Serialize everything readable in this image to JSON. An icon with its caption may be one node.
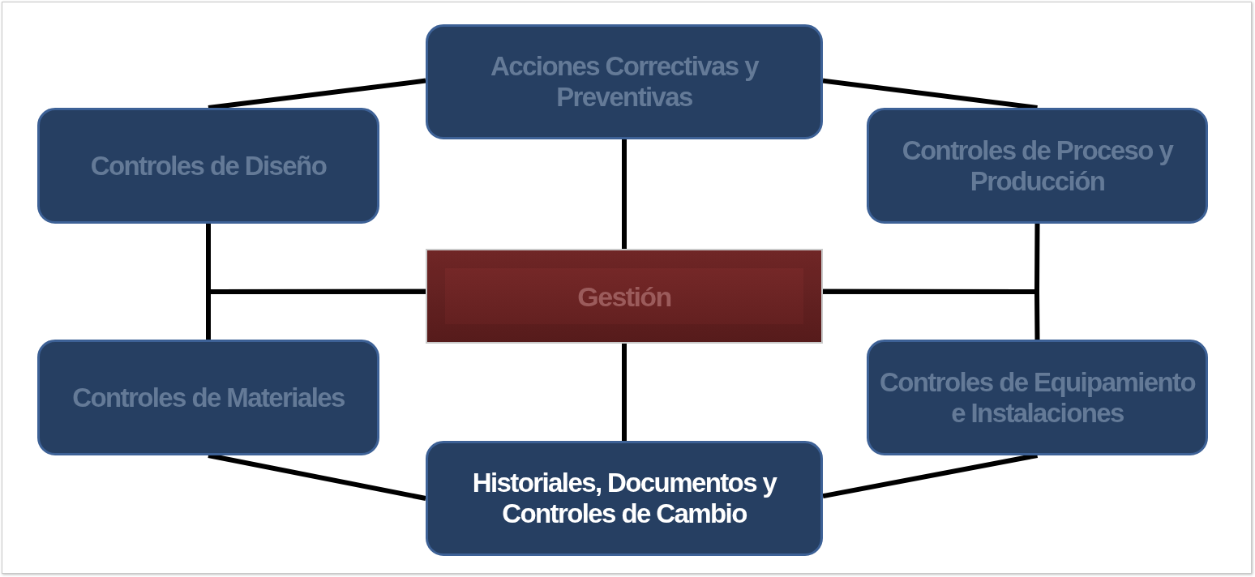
{
  "diagram": {
    "nodes": [
      {
        "text": [
          "Acciones Correctivas y Preventivas"
        ]
      },
      {
        "text": [
          "Controles de Diseño"
        ]
      },
      {
        "text": [
          "Controles de Proceso y Producción"
        ]
      },
      {
        "text": [
          "Gestión"
        ]
      },
      {
        "text": [
          "Controles de Materiales"
        ]
      },
      {
        "text": [
          "Controles de Equipamiento e Instalaciones"
        ]
      },
      {
        "text": [
          "Historiales, Documentos y Controles de Cambio"
        ]
      }
    ],
    "edges": [
      {
        "from": 0,
        "to": 1,
        "arrow": "none"
      },
      {
        "from": 0,
        "to": 2,
        "arrow": "none"
      },
      {
        "from": 0,
        "to": 3,
        "arrow": "none"
      },
      {
        "from": 3,
        "to": 1,
        "arrow": "none"
      },
      {
        "from": 3,
        "to": 4,
        "arrow": "none"
      },
      {
        "from": 3,
        "to": 2,
        "arrow": "none"
      },
      {
        "from": 3,
        "to": 5,
        "arrow": "none"
      },
      {
        "from": 3,
        "to": 6,
        "arrow": "none"
      },
      {
        "from": 4,
        "to": 6,
        "arrow": "none"
      },
      {
        "from": 5,
        "to": 6,
        "arrow": "none"
      }
    ]
  }
}
